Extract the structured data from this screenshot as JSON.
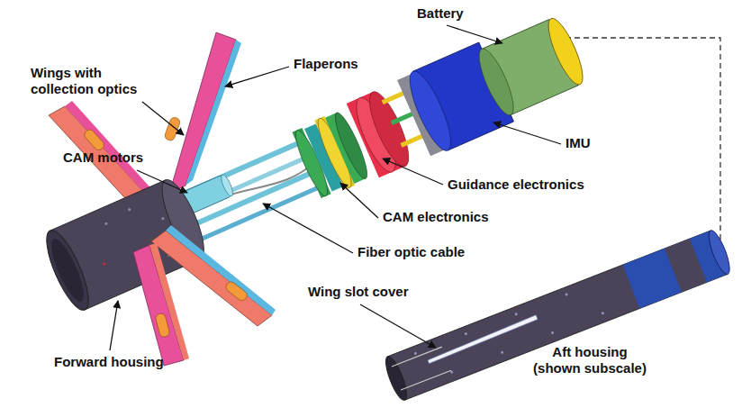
{
  "diagram": {
    "labels": [
      "Battery",
      "Flaperons",
      "Wings with collection optics",
      "CAM motors",
      "IMU",
      "Guidance electronics",
      "CAM electronics",
      "Fiber optic cable",
      "Wing slot cover",
      "Forward housing",
      "Aft housing (shown subscale)"
    ]
  }
}
